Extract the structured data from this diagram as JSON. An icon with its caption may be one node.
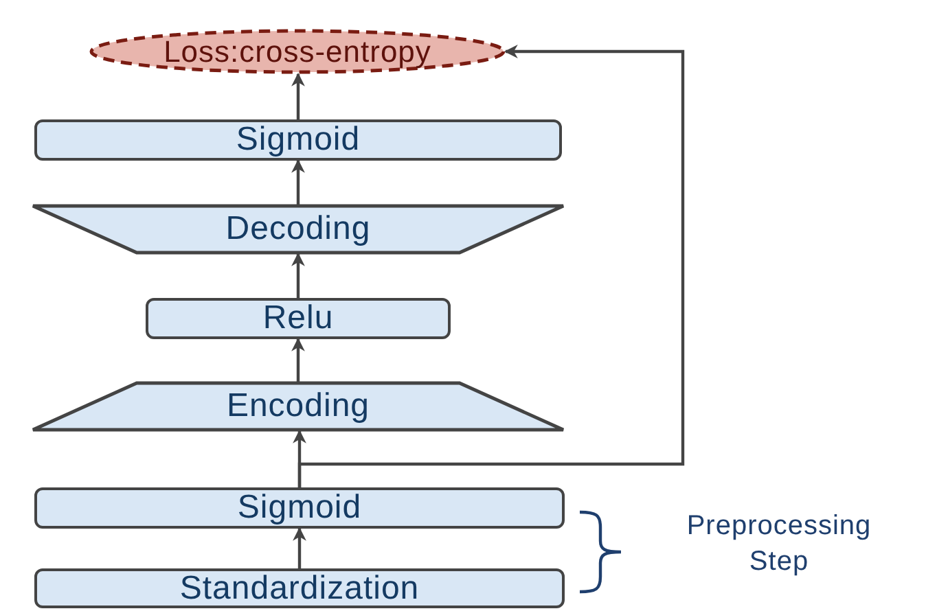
{
  "diagram": {
    "nodes": [
      {
        "text": [
          "Loss:cross-entropy"
        ]
      },
      {
        "text": [
          "Sigmoid"
        ]
      },
      {
        "text": [
          "Decoding"
        ]
      },
      {
        "text": [
          "Relu"
        ]
      },
      {
        "text": [
          "Encoding"
        ]
      },
      {
        "text": [
          "Sigmoid"
        ]
      },
      {
        "text": [
          "Standardization"
        ]
      }
    ],
    "edges": [
      {
        "from": 6,
        "to": 5,
        "arrow": "to"
      },
      {
        "from": 5,
        "to": 4,
        "arrow": "to"
      },
      {
        "from": 4,
        "to": 3,
        "arrow": "to"
      },
      {
        "from": 3,
        "to": 2,
        "arrow": "to"
      },
      {
        "from": 2,
        "to": 1,
        "arrow": "to"
      },
      {
        "from": 1,
        "to": 0,
        "arrow": "to"
      },
      {
        "from": 5,
        "to": 0,
        "arrow": "to"
      }
    ],
    "labels": [
      "Preprocessing Step"
    ]
  }
}
